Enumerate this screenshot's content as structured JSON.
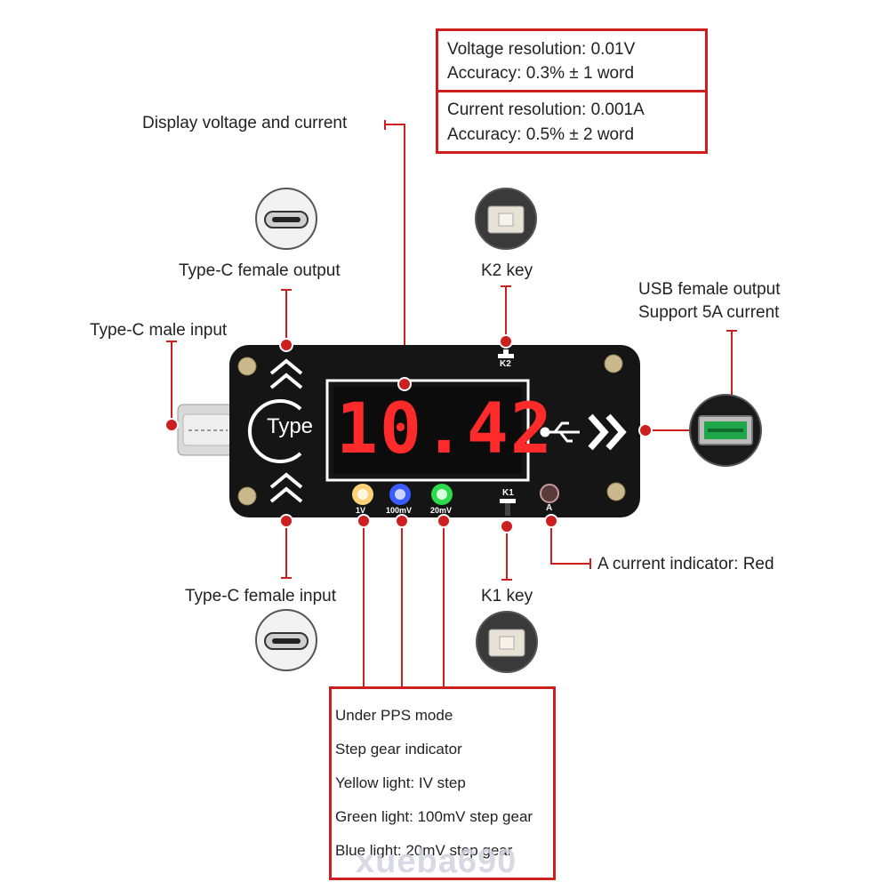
{
  "spec": {
    "voltage_resolution": "Voltage resolution: 0.01V",
    "voltage_accuracy": "Accuracy: 0.3% ± 1 word",
    "current_resolution": "Current resolution: 0.001A",
    "current_accuracy": "Accuracy: 0.5% ± 2 word"
  },
  "labels": {
    "display": "Display voltage and current",
    "typec_female_output": "Type-C female output",
    "typec_male_input": "Type-C male input",
    "typec_female_input": "Type-C female input",
    "k2_key": "K2 key",
    "k1_key": "K1 key",
    "usb_output_line1": "USB female output",
    "usb_output_line2": "Support 5A current",
    "current_indicator": "A current indicator: Red"
  },
  "device": {
    "display_value": "10.42",
    "led1": "1V",
    "led2": "100mV",
    "led3": "20mV",
    "k1": "K1",
    "k2": "K2",
    "a_label": "A",
    "type_logo": "Type"
  },
  "pps_box": {
    "items": [
      "Under PPS mode",
      "Step gear indicator",
      "Yellow light: IV step",
      "Green light: 100mV step gear",
      "Blue light: 20mV step gear"
    ]
  },
  "watermark": "xueba690",
  "colors": {
    "accent_red": "#cc1f1f",
    "board": "#151515",
    "seg_red": "#ff2a2a",
    "led_yellow": "#ffd27a",
    "led_blue": "#3a5bff",
    "led_green": "#2bdc4a"
  }
}
